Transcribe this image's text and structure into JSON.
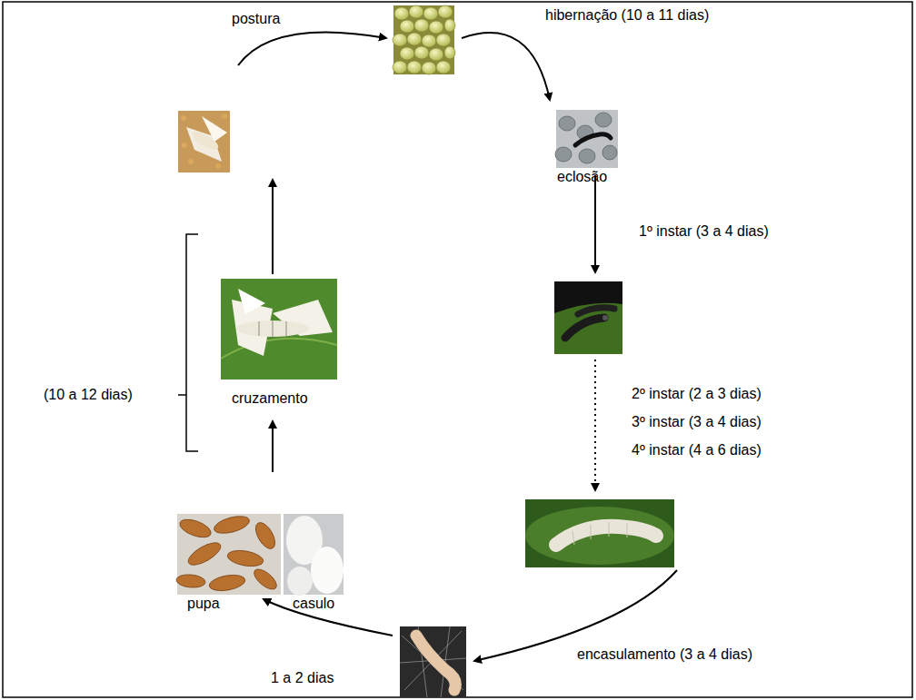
{
  "diagram": {
    "labels": [
      "postura",
      "hibernação (10 a 11 dias)",
      "eclosão",
      "1º instar (3 a 4 dias)",
      "2º instar (2 a 3 dias)",
      "3º instar (3 a 4 dias)",
      "4º instar (4 a 6 dias)",
      "(10 a 12 dias)",
      "cruzamento",
      "pupa",
      "casulo",
      "encasulamento (3 a 4 dias)",
      "1 a 2 dias"
    ]
  }
}
